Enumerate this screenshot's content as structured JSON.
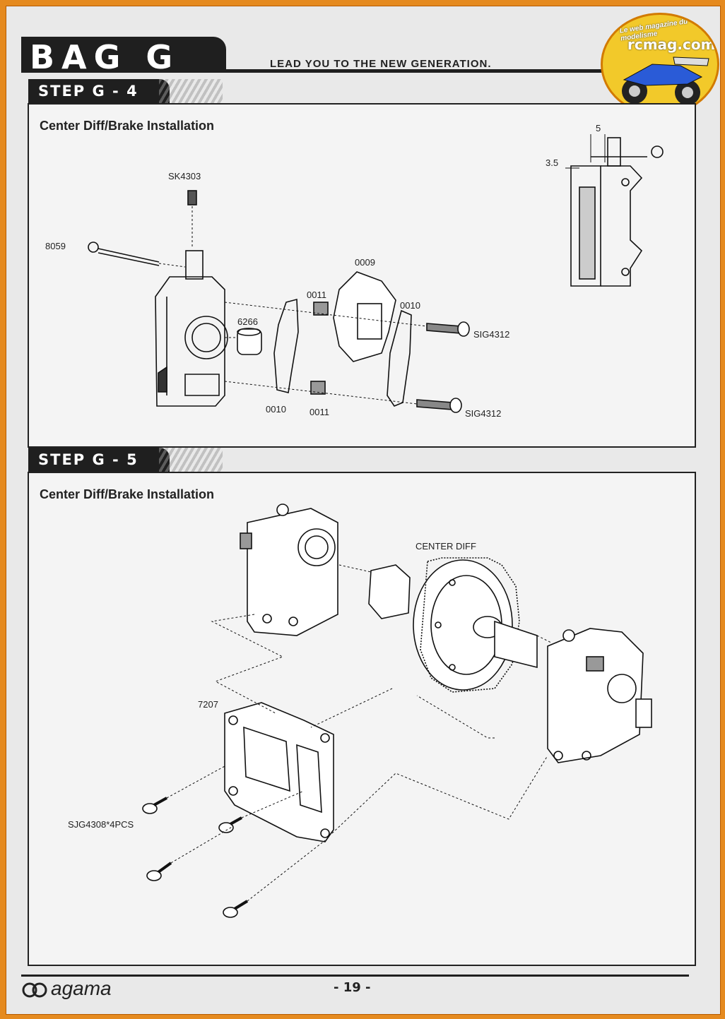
{
  "header": {
    "bag_title": "BAG G",
    "tagline": "LEAD YOU TO THE NEW GENERATION."
  },
  "watermark": {
    "brand": "rcmag.com",
    "subtitle": "Le web magazine du modelisme"
  },
  "step4": {
    "tab_label": "STEP G - 4",
    "section_title": "Center Diff/Brake Installation",
    "parts": {
      "sk4303": "SK4303",
      "p8059": "8059",
      "p0009": "0009",
      "p0011_top": "0011",
      "p0010_top": "0010",
      "p6266": "6266",
      "sig4312_top": "SIG4312",
      "p0010_bottom": "0010",
      "p0011_bottom": "0011",
      "sig4312_bottom": "SIG4312"
    },
    "dimensions": {
      "dim5": "5",
      "dim35": "3.5"
    }
  },
  "step5": {
    "tab_label": "STEP G - 5",
    "section_title": "Center Diff/Brake Installation",
    "parts": {
      "center_diff": "CENTER DIFF",
      "p7207": "7207",
      "sjg4308": "SJG4308*4PCS"
    }
  },
  "footer": {
    "brand": "agama",
    "page_number": "- 19 -"
  },
  "colors": {
    "page_border": "#e58a1f",
    "ink": "#1f1f1f",
    "paper": "#f4f4f4",
    "badge": "#f2c92a"
  }
}
